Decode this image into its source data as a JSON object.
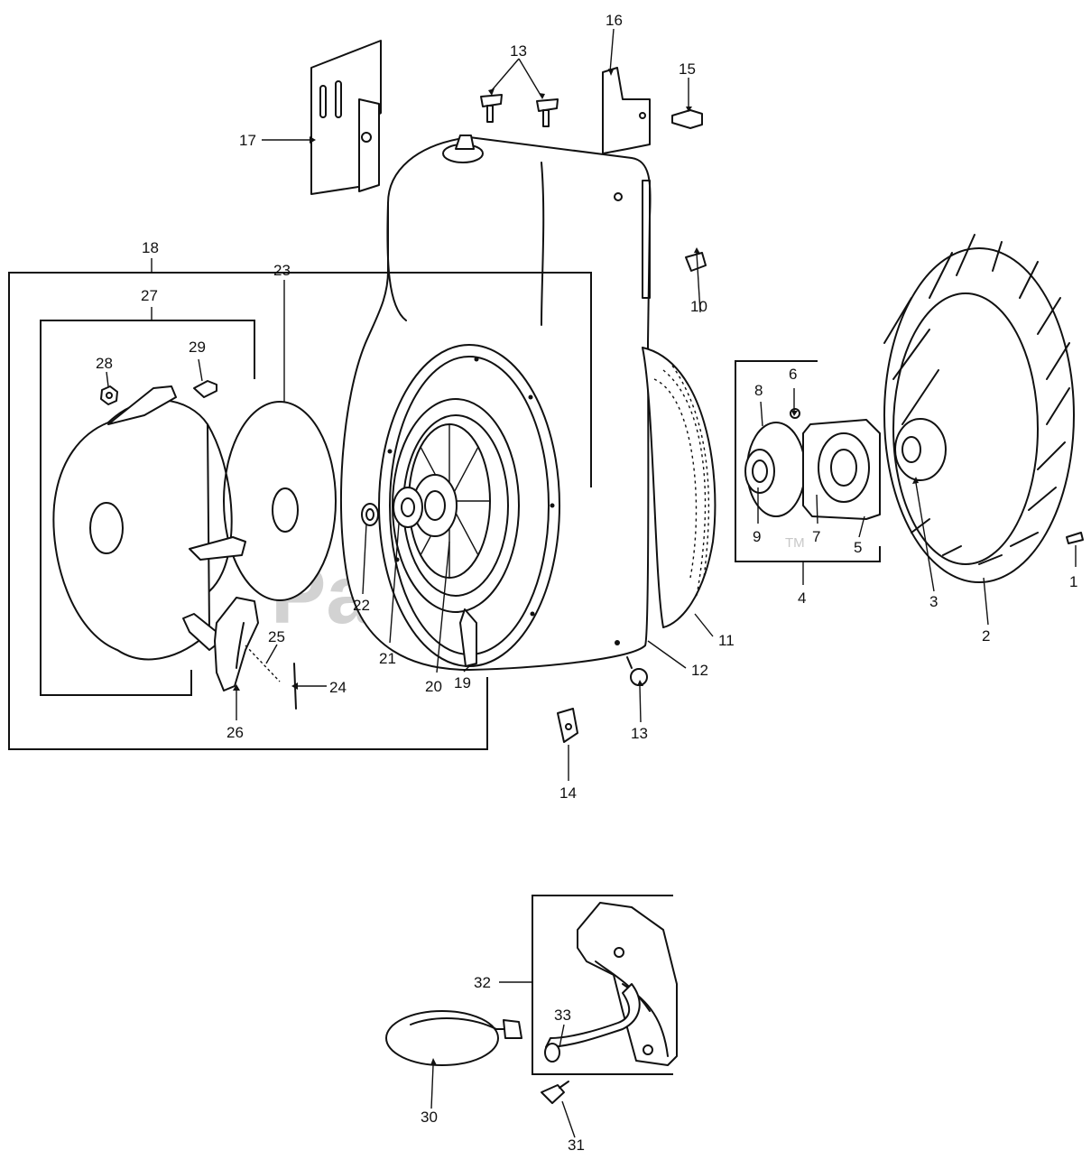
{
  "diagram": {
    "watermark": "PartsTree",
    "watermark_mark": "TM",
    "callouts": [
      "1",
      "2",
      "3",
      "4",
      "5",
      "6",
      "7",
      "8",
      "9",
      "10",
      "11",
      "12",
      "13",
      "13",
      "14",
      "15",
      "16",
      "17",
      "18",
      "19",
      "20",
      "21",
      "22",
      "23",
      "24",
      "25",
      "26",
      "27",
      "28",
      "29",
      "30",
      "31",
      "32",
      "33"
    ]
  }
}
